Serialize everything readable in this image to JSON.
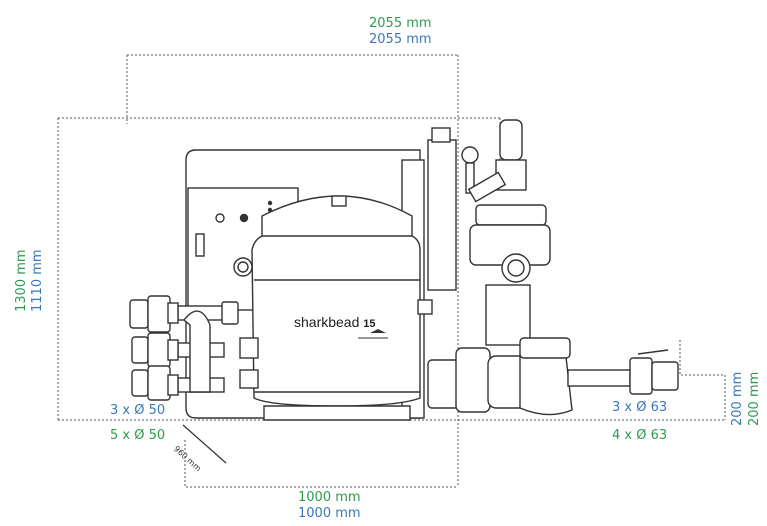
{
  "dimensions": {
    "width_green": "2055 mm",
    "width_blue": "2055 mm",
    "height_green": "1300 mm",
    "height_blue": "1110 mm",
    "depth_green": "1000 mm",
    "depth_blue": "1000 mm",
    "diagonal": "960 mm",
    "side_height_green": "200 mm",
    "side_height_blue": "200 mm"
  },
  "ports": {
    "left_blue": "3 x Ø 50",
    "left_green": "5 x Ø 50",
    "right_blue": "3 x Ø 63",
    "right_green": "4 x Ø 63"
  },
  "product": {
    "brand": "sharkbead",
    "model": "15"
  },
  "colors": {
    "green": "#2e9b4e",
    "blue": "#3a78b8",
    "line": "#333333"
  }
}
